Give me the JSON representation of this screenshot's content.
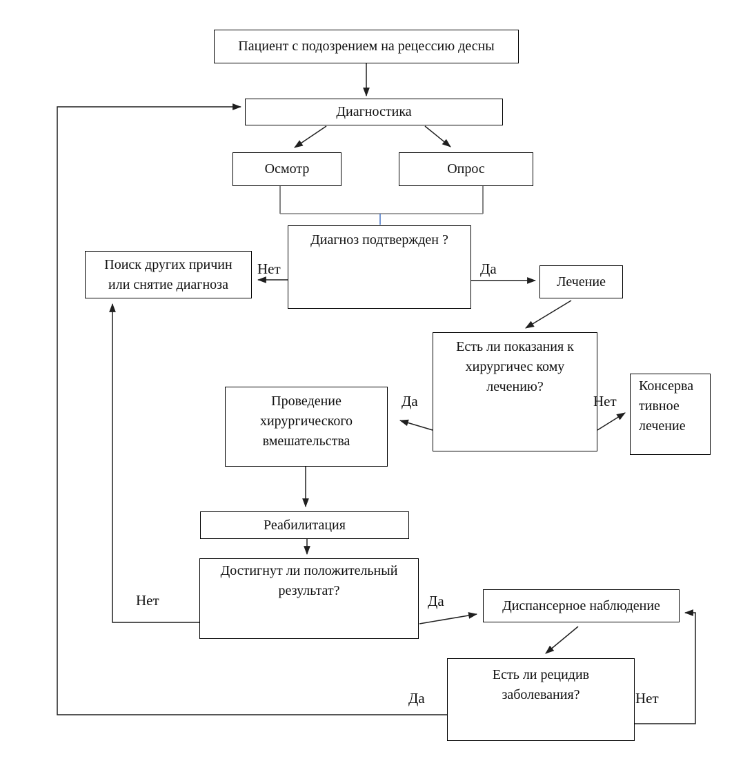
{
  "diagram": {
    "nodes": {
      "patient": {
        "lines": [
          "Пациент с подозрением на рецессию десны"
        ]
      },
      "diagnostics": {
        "lines": [
          "Диагностика"
        ]
      },
      "examination": {
        "lines": [
          "Осмотр"
        ]
      },
      "survey": {
        "lines": [
          "Опрос"
        ]
      },
      "diagnosis_confirmed": {
        "lines": [
          "Диагноз подтвержден ?"
        ]
      },
      "other_causes": {
        "lines": [
          "Поиск других причин",
          "или снятие диагноза"
        ]
      },
      "treatment": {
        "lines": [
          "Лечение"
        ]
      },
      "surgery_indications": {
        "lines": [
          "Есть ли показания к",
          "хирургичес кому",
          "лечению?"
        ]
      },
      "conservative_treatment": {
        "lines": [
          "Консерва",
          "тивное",
          "лечение"
        ]
      },
      "surgical_intervention": {
        "lines": [
          "Проведение",
          "хирургического",
          "вмешательства"
        ]
      },
      "rehabilitation": {
        "lines": [
          "Реабилитация"
        ]
      },
      "positive_result": {
        "lines": [
          "Достигнут ли положительный",
          "результат?"
        ]
      },
      "dispensary_observation": {
        "lines": [
          "Диспансерное наблюдение"
        ]
      },
      "relapse": {
        "lines": [
          "Есть ли рецидив",
          "заболевания?"
        ]
      }
    },
    "edge_labels": {
      "no_diagnosis": "Нет",
      "yes_diagnosis": "Да",
      "yes_surgery": "Да",
      "no_surgery": "Нет",
      "no_result": "Нет",
      "yes_result": "Да",
      "yes_relapse": "Да",
      "no_relapse": "Нет"
    },
    "colors": {
      "line": "#1f1f1f",
      "gray_connector": "#808080",
      "accent_connector": "#4472C4"
    }
  }
}
